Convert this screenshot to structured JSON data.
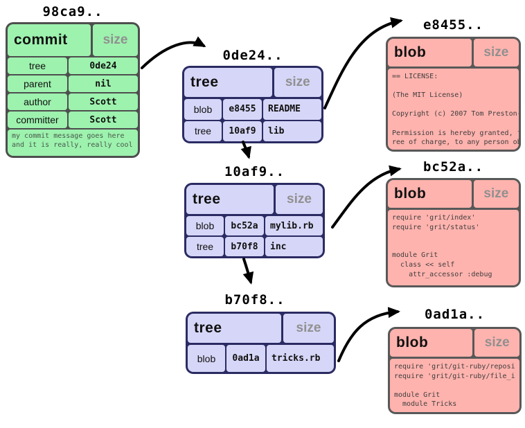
{
  "colors": {
    "commit_fill": "#9df2ae",
    "tree_fill": "#d6d6f8",
    "blob_fill": "#ffb3ae",
    "commit_border": "#4e4e4e",
    "tree_border": "#2b2b63",
    "blob_border": "#585858",
    "size_text": "#909090",
    "arrow": "#000000"
  },
  "commit": {
    "id_label": "98ca9..",
    "type_label": "commit",
    "size_label": "size",
    "fields": [
      {
        "key": "tree",
        "value": "0de24"
      },
      {
        "key": "parent",
        "value": "nil"
      },
      {
        "key": "author",
        "value": "Scott"
      },
      {
        "key": "committer",
        "value": "Scott"
      }
    ],
    "message": "my commit message goes here\nand it is really, really cool"
  },
  "trees": [
    {
      "id_label": "0de24..",
      "type_label": "tree",
      "size_label": "size",
      "entries": [
        {
          "type": "blob",
          "hash": "e8455",
          "name": "README"
        },
        {
          "type": "tree",
          "hash": "10af9",
          "name": "lib"
        }
      ]
    },
    {
      "id_label": "10af9..",
      "type_label": "tree",
      "size_label": "size",
      "entries": [
        {
          "type": "blob",
          "hash": "bc52a",
          "name": "mylib.rb"
        },
        {
          "type": "tree",
          "hash": "b70f8",
          "name": "inc"
        }
      ]
    },
    {
      "id_label": "b70f8..",
      "type_label": "tree",
      "size_label": "size",
      "entries": [
        {
          "type": "blob",
          "hash": "0ad1a",
          "name": "tricks.rb"
        }
      ]
    }
  ],
  "blobs": [
    {
      "id_label": "e8455..",
      "type_label": "blob",
      "size_label": "size",
      "content": "== LICENSE:\n\n(The MIT License)\n\nCopyright (c) 2007 Tom Preston-\n\nPermission is hereby granted, f\nree of charge, to any person ob"
    },
    {
      "id_label": "bc52a..",
      "type_label": "blob",
      "size_label": "size",
      "content": "require 'grit/index'\nrequire 'grit/status'\n\n\nmodule Grit\n  class << self\n    attr_accessor :debug"
    },
    {
      "id_label": "0ad1a..",
      "type_label": "blob",
      "size_label": "size",
      "content": "require 'grit/git-ruby/reposi\nrequire 'grit/git-ruby/file_i\n\nmodule Grit\n  module Tricks"
    }
  ]
}
